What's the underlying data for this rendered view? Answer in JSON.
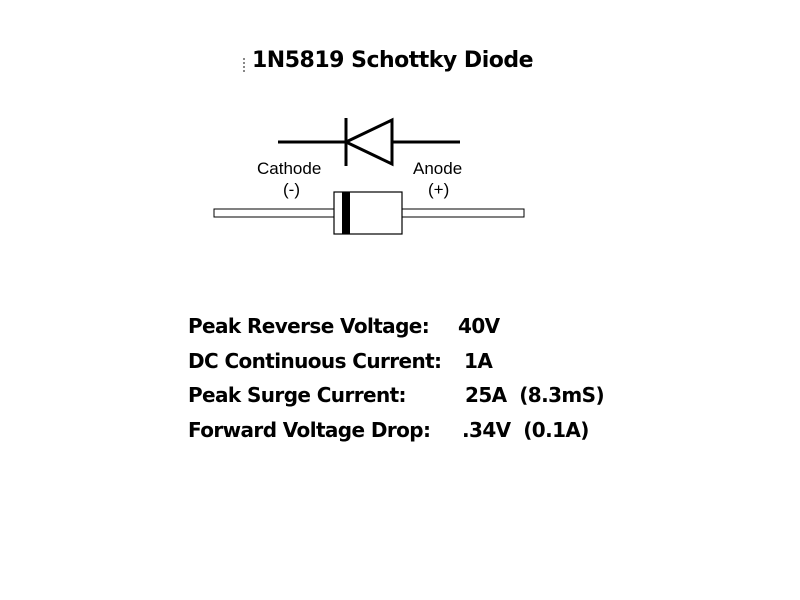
{
  "title": "1N5819 Schottky Diode",
  "diagram": {
    "cathode_label": "Cathode",
    "cathode_polarity": "(-)",
    "anode_label": "Anode",
    "anode_polarity": "(+)"
  },
  "specs": [
    {
      "label": "Peak Reverse Voltage:",
      "value": "40V"
    },
    {
      "label": "DC Continuous Current:",
      "value": "1A"
    },
    {
      "label": "Peak Surge Current:",
      "value": "25A  (8.3mS)"
    },
    {
      "label": "Forward Voltage Drop:",
      "value": ".34V  (0.1A)"
    }
  ]
}
